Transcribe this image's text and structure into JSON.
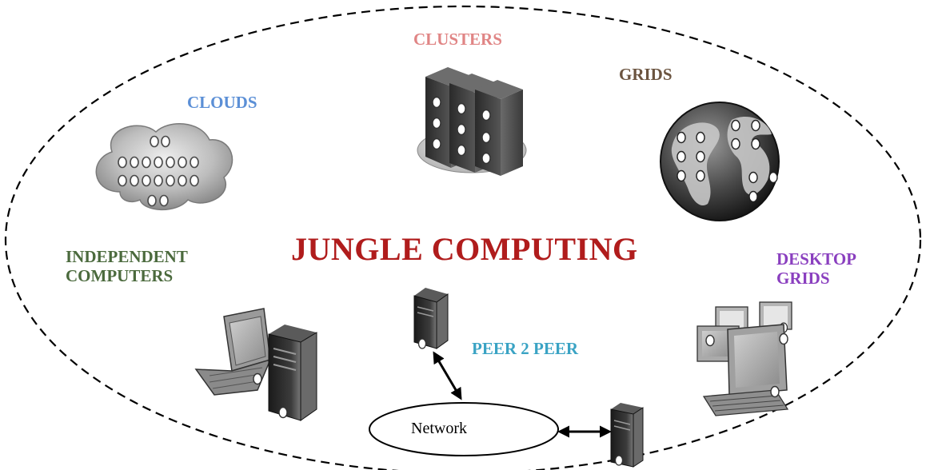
{
  "diagram": {
    "title": "JUNGLE COMPUTING",
    "labels": {
      "clusters": "CLUSTERS",
      "grids": "GRIDS",
      "clouds": "CLOUDS",
      "independent_line1": "INDEPENDENT",
      "independent_line2": "COMPUTERS",
      "desktop_line1": "DESKTOP",
      "desktop_line2": "GRIDS",
      "peer2peer": "PEER 2 PEER",
      "network": "Network"
    },
    "colors": {
      "title": "#b01c1c",
      "clusters": "#e08585",
      "grids": "#6b5440",
      "clouds": "#5b8fd6",
      "independent": "#4b6a3d",
      "desktop": "#8a3fbf",
      "peer2peer": "#3aa3c4",
      "outline": "#000000"
    },
    "icons": [
      "cloud-icon",
      "server-rack-icon",
      "globe-icon",
      "laptop-icon",
      "tower-pc-icon",
      "desktop-computers-icon"
    ]
  }
}
